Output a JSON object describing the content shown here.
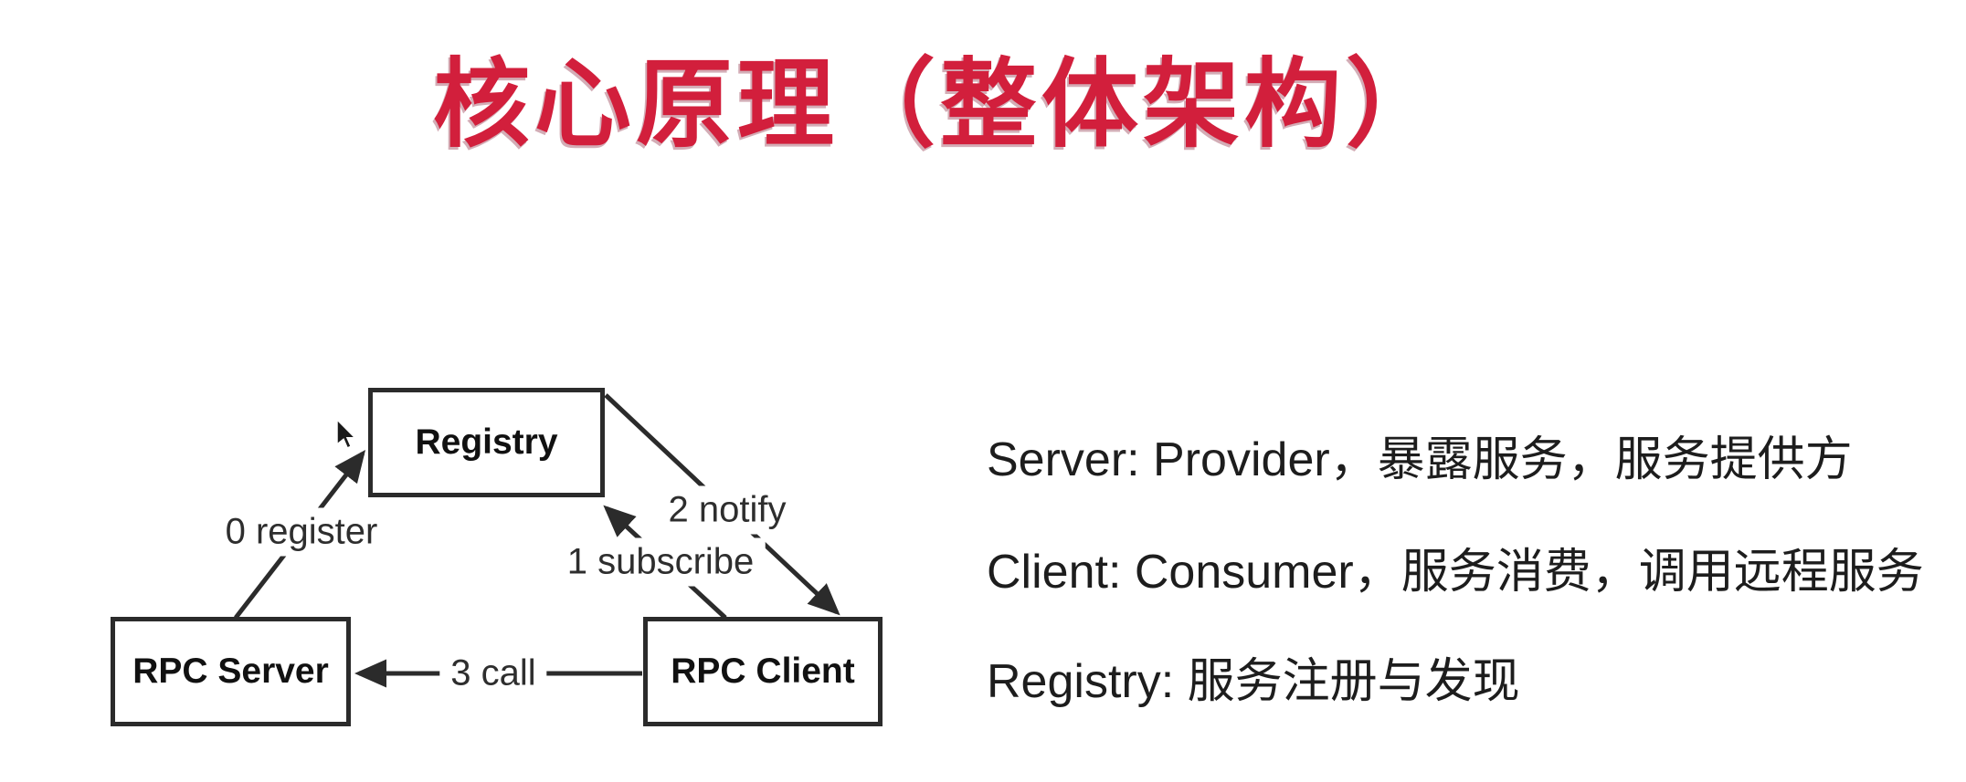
{
  "slide": {
    "title": "核心原理（整体架构）"
  },
  "diagram": {
    "nodes": [
      {
        "id": "registry",
        "label": "Registry"
      },
      {
        "id": "rpc-server",
        "label": "RPC Server"
      },
      {
        "id": "rpc-client",
        "label": "RPC Client"
      }
    ],
    "edges": [
      {
        "label": "0 register",
        "from": "rpc-server",
        "to": "registry"
      },
      {
        "label": "1 subscribe",
        "from": "rpc-client",
        "to": "registry"
      },
      {
        "label": "2 notify",
        "from": "registry",
        "to": "rpc-client"
      },
      {
        "label": "3 call",
        "from": "rpc-client",
        "to": "rpc-server"
      }
    ]
  },
  "notes": [
    "Server: Provider，暴露服务，服务提供方",
    "Client: Consumer，服务消费，调用远程服务",
    "Registry: 服务注册与发现"
  ],
  "cursor": {
    "type": "arrow-pointer"
  },
  "colors": {
    "title-color": "#d21f3c",
    "text-color": "#1d1d1d",
    "diagram-color": "#2b2b2b"
  }
}
